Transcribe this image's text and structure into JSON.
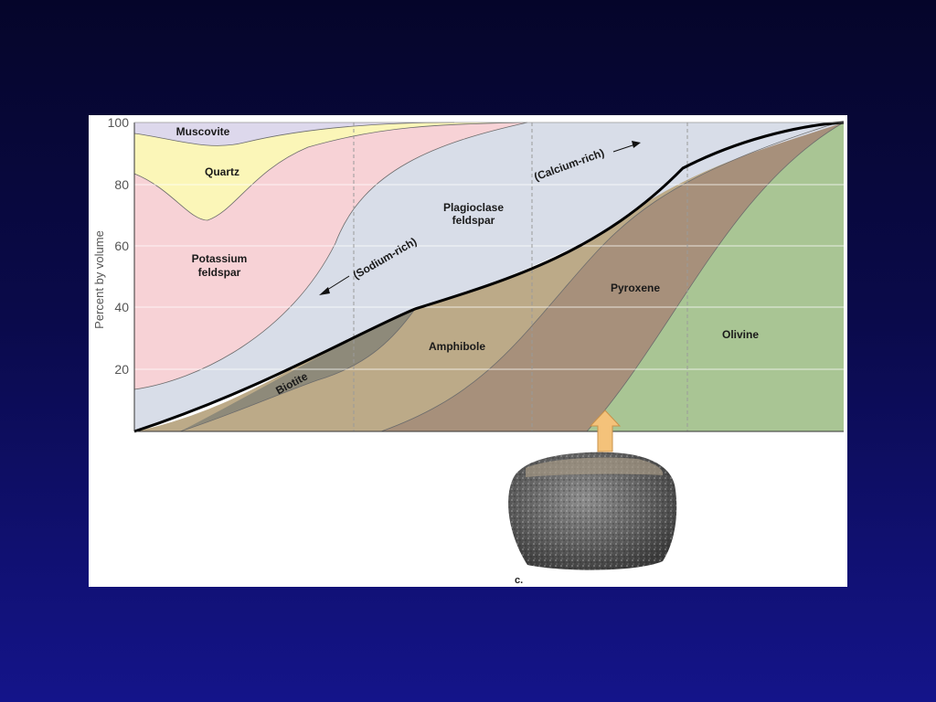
{
  "chart_data": {
    "type": "area",
    "ylabel": "Percent by volume",
    "ylim": [
      0,
      100
    ],
    "y_ticks": [
      "20",
      "40",
      "60",
      "80",
      "100"
    ],
    "grid": true,
    "regions": [
      {
        "name": "Muscovite",
        "color": "#ddd8ec"
      },
      {
        "name": "Quartz",
        "color": "#fbf6b8"
      },
      {
        "name": "Potassium feldspar",
        "color": "#f7d2d6"
      },
      {
        "name": "Plagioclase feldspar",
        "color": "#d8dde8"
      },
      {
        "name": "Biotite",
        "color": "#8e8a7a"
      },
      {
        "name": "Amphibole",
        "color": "#bcaa88"
      },
      {
        "name": "Pyroxene",
        "color": "#a7907b"
      },
      {
        "name": "Olivine",
        "color": "#a9c594"
      }
    ],
    "region_labels": {
      "muscovite": "Muscovite",
      "quartz": "Quartz",
      "potassium_1": "Potassium",
      "potassium_2": "feldspar",
      "plagioclase_1": "Plagioclase",
      "plagioclase_2": "feldspar",
      "biotite": "Biotite",
      "amphibole": "Amphibole",
      "pyroxene": "Pyroxene",
      "olivine": "Olivine"
    },
    "annotations": {
      "sodium_rich": "(Sodium-rich)",
      "calcium_rich": "(Calcium-rich)"
    }
  },
  "figure": {
    "caption": "c.",
    "arrow_color": "#f4c27a",
    "rock_image": "granular igneous rock sample"
  }
}
